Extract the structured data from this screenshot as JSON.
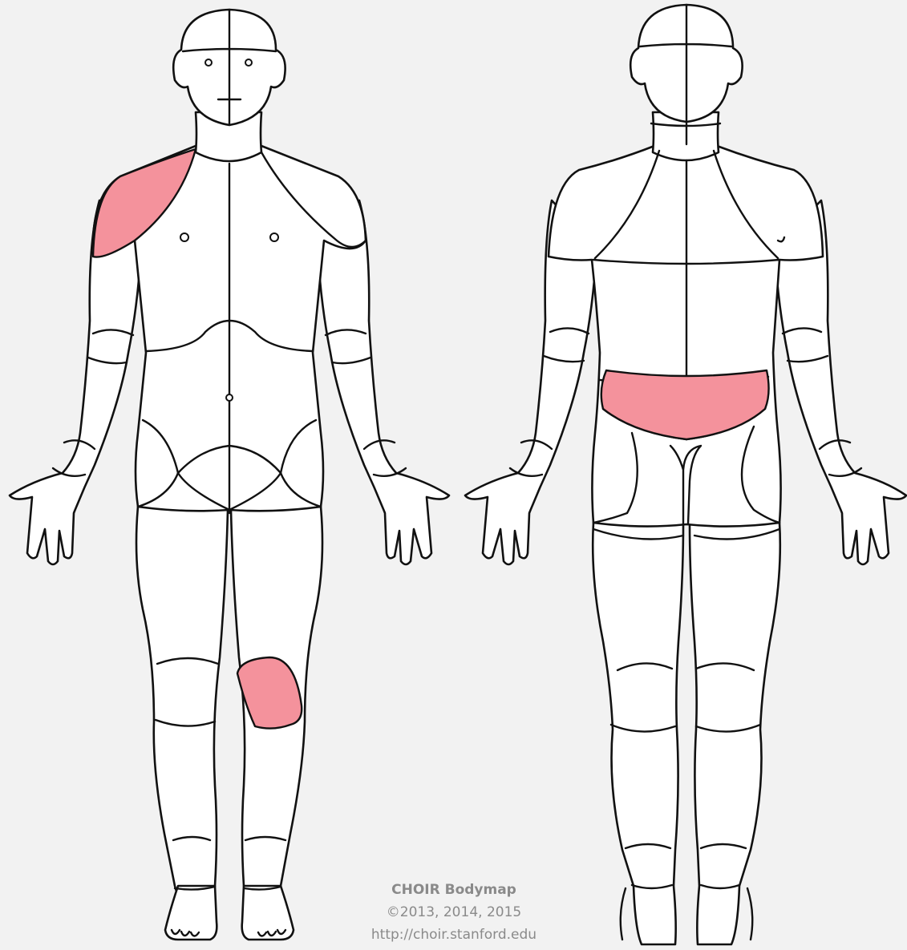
{
  "colors": {
    "background": "#f2f2f2",
    "body_fill": "#ffffff",
    "outline": "#111111",
    "pain_highlight": "#f4929c",
    "credit_text": "#8a8a8a"
  },
  "figures": [
    {
      "id": "front",
      "highlighted_regions": [
        "right-shoulder-front",
        "left-knee-front"
      ]
    },
    {
      "id": "back",
      "highlighted_regions": [
        "lower-back"
      ]
    }
  ],
  "credits": {
    "title": "CHOIR Bodymap",
    "copyright": "©2013, 2014, 2015",
    "url": "http://choir.stanford.edu"
  }
}
